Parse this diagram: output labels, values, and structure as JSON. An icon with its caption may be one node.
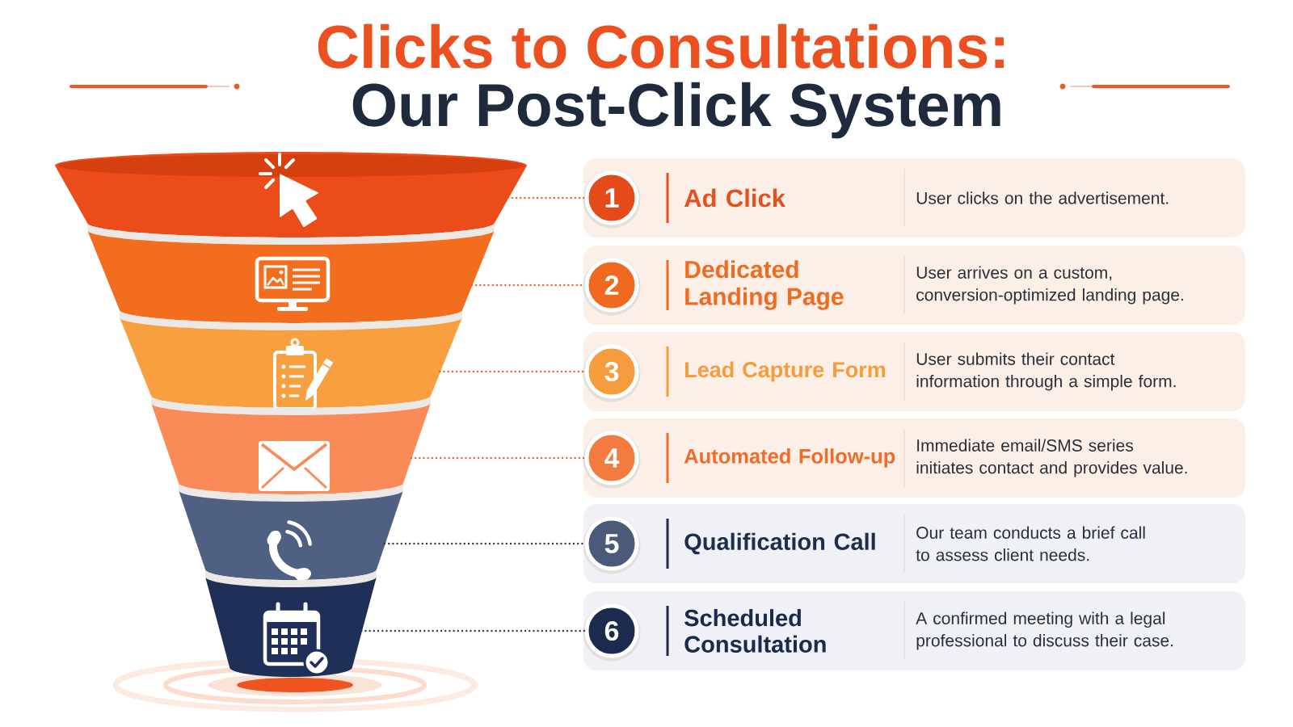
{
  "diagram": {
    "title": "Clicks to Consultations:",
    "nodes": [
      {
        "text": [],
        "shape": "trapezoid"
      },
      {
        "text": [],
        "shape": "trapezoid"
      },
      {
        "text": [],
        "shape": "trapezoid"
      },
      {
        "text": [],
        "shape": "trapezoid"
      },
      {
        "text": [],
        "shape": "trapezoid"
      },
      {
        "text": [],
        "shape": "trapezoid"
      },
      {
        "text": [
          "Ad Click",
          "User clicks on the advertisement."
        ]
      },
      {
        "text": [
          "1"
        ],
        "in": 6
      },
      {
        "text": [
          "Dedicated Landing Page",
          "User arrives on a custom, conversion-optimized landing page."
        ]
      },
      {
        "text": [
          "2"
        ],
        "in": 8
      },
      {
        "text": [
          "Lead Capture Form",
          "User submits their contact information through a simple form."
        ]
      },
      {
        "text": [
          "3"
        ],
        "in": 10
      },
      {
        "text": [
          "Automated Follow-up",
          "Immediate email/SMS series initiates contact and provides value."
        ]
      },
      {
        "text": [
          "4"
        ],
        "in": 12
      },
      {
        "text": [
          "Qualification Call",
          "Our team conducts a brief call to assess client needs."
        ]
      },
      {
        "text": [
          "5"
        ],
        "in": 14
      },
      {
        "text": [
          "Scheduled Consultation",
          "A confirmed meeting with a legal professional to discuss their case."
        ]
      },
      {
        "text": [
          "6"
        ],
        "in": 16
      }
    ],
    "edges": [
      {
        "from": 0,
        "to": 7,
        "arrow": "none"
      },
      {
        "from": 1,
        "to": 9,
        "arrow": "none"
      },
      {
        "from": 2,
        "to": 11,
        "arrow": "none"
      },
      {
        "from": 3,
        "to": 13,
        "arrow": "none"
      },
      {
        "from": 4,
        "to": 15,
        "arrow": "none",
        "color": "#2e3a55"
      },
      {
        "from": 5,
        "to": 17,
        "arrow": "none",
        "color": "#2e3a55"
      }
    ],
    "labels": [
      "Our Post-Click System"
    ]
  }
}
